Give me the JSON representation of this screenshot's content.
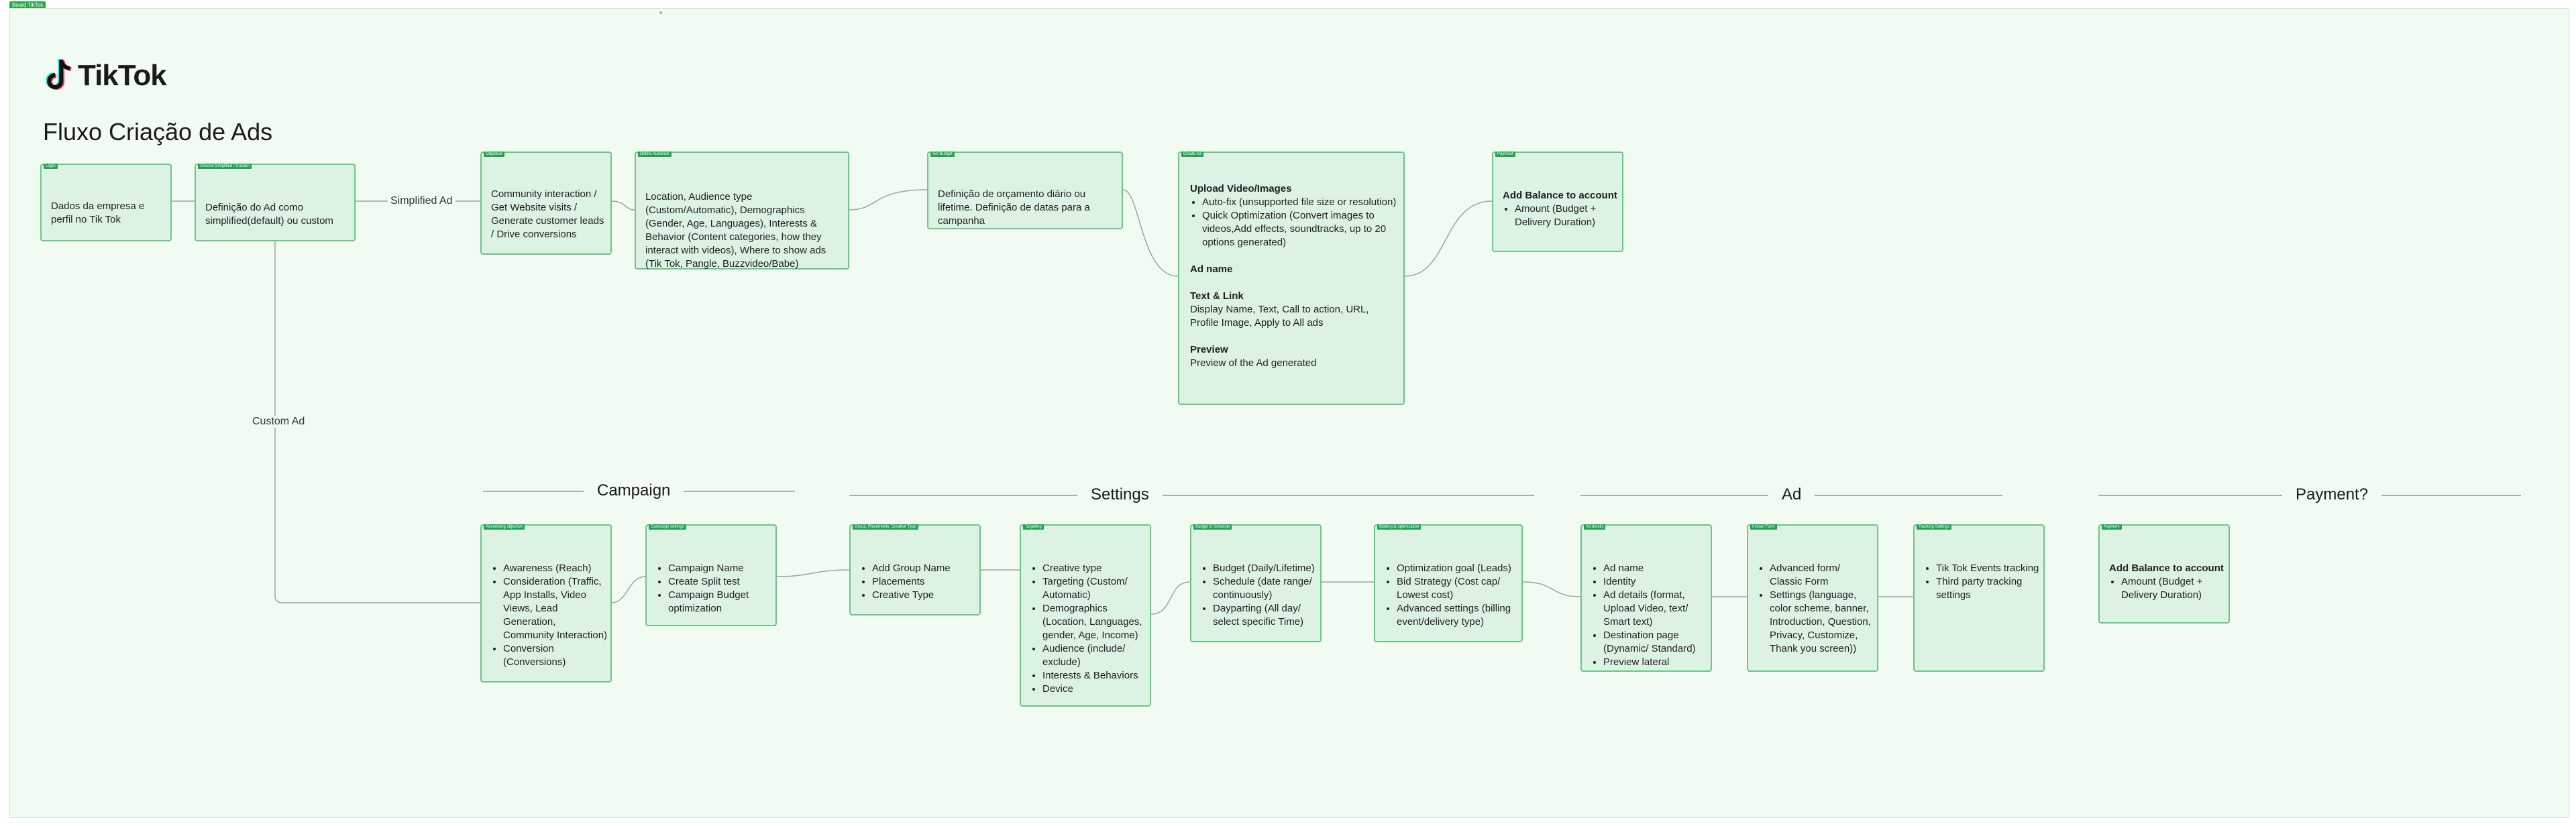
{
  "frame_label": "Board TikTok",
  "logo": {
    "text": "TikTok",
    "icon": "tiktok-note-icon"
  },
  "title": "Fluxo Criação de Ads",
  "edge_labels": {
    "simplified": "Simplified Ad",
    "custom": "Custom Ad"
  },
  "sections": {
    "campaign": "Campaign",
    "settings": "Settings",
    "ad": "Ad",
    "payment": "Payment?"
  },
  "nodes": {
    "login": {
      "tag": "Login",
      "text": "Dados da empresa e perfil no Tik Tok"
    },
    "choose": {
      "tag": "Choose Simplified / Custom",
      "text": "Definição do Ad como simplified(default) ou custom"
    },
    "goal": {
      "tag": "Objective",
      "text": "Community interaction / Get Website visits / Generate customer leads / Drive conversions"
    },
    "audience": {
      "tag": "Define Audience",
      "text": "Location, Audience type (Custom/Automatic), Demographics (Gender, Age, Languages), Interests & Behavior (Content categories, how they interact with videos), Where to show ads (Tik Tok, Pangle, Buzzvideo/Babe)"
    },
    "budget": {
      "tag": "Set Budget",
      "text": "Definição de orçamento diário ou lifetime. Definição de datas para a campanha"
    },
    "creative": {
      "tag": "Create Ad",
      "upload_title": "Upload Video/Images",
      "upload_items": [
        "Auto-fix (unsupported file size or resolution)",
        "Quick Optimization (Convert images to videos,Add effects, soundtracks, up to 20 options generated)"
      ],
      "adname_title": "Ad name",
      "textlink_title": "Text & Link",
      "textlink_text": "Display Name, Text, Call to action, URL, Profile Image, Apply to All ads",
      "preview_title": "Preview",
      "preview_text": "Preview of the Ad generated"
    },
    "pay1": {
      "tag": "Payment",
      "title": "Add Balance to account",
      "items": [
        "Amount (Budget + Delivery Duration)"
      ]
    },
    "objective": {
      "tag": "Advertising objective",
      "items": [
        "Awareness (Reach)",
        "Consideration (Traffic, App Installs, Video Views, Lead Generation, Community Interaction)",
        "Conversion (Conversions)"
      ]
    },
    "campaign_settings": {
      "tag": "Campaign settings",
      "items": [
        "Campaign Name",
        "Create Split test",
        "Campaign Budget optimization"
      ]
    },
    "adgroup": {
      "tag": "Group, Placements, Creative Type",
      "items": [
        "Add Group Name",
        "Placements",
        "Creative Type"
      ]
    },
    "targeting": {
      "tag": "Targeting",
      "items": [
        "Creative type",
        "Targeting (Custom/ Automatic)",
        "Demographics (Location, Languages, gender, Age, Income)",
        "Audience (include/ exclude)",
        "Interests & Behaviors",
        "Device"
      ]
    },
    "budget_schedule": {
      "tag": "Budget & Schedule",
      "items": [
        "Budget (Daily/Lifetime)",
        "Schedule (date range/ continuously)",
        "Dayparting (All day/ select specific Time)"
      ]
    },
    "optimization": {
      "tag": "Bidding & optimization",
      "items": [
        "Optimization goal (Leads)",
        "Bid Strategy (Cost cap/ Lowest cost)",
        "Advanced settings (billing event/delivery type)"
      ]
    },
    "ad_details": {
      "tag": "Ad details",
      "items": [
        "Ad name",
        "Identity",
        "Ad details (format, Upload Video, text/ Smart text)",
        "Destination page (Dynamic/ Standard)",
        "Preview lateral"
      ]
    },
    "instant_form": {
      "tag": "Instant Form",
      "items": [
        "Advanced form/ Classic Form",
        "Settings (language, color scheme, banner, Introduction, Question, Privacy, Customize, Thank you screen))"
      ]
    },
    "tracking": {
      "tag": "Tracking Settings",
      "items": [
        "Tik Tok Events tracking",
        "Third party tracking settings"
      ]
    },
    "pay2": {
      "tag": "Payment",
      "title": "Add Balance to account",
      "items": [
        "Amount (Budget + Delivery Duration)"
      ]
    }
  },
  "colors": {
    "canvas": "#f1fbf1",
    "node_fill": "#dcf2e3",
    "node_border": "#6fc48a",
    "tag": "#23a155"
  }
}
